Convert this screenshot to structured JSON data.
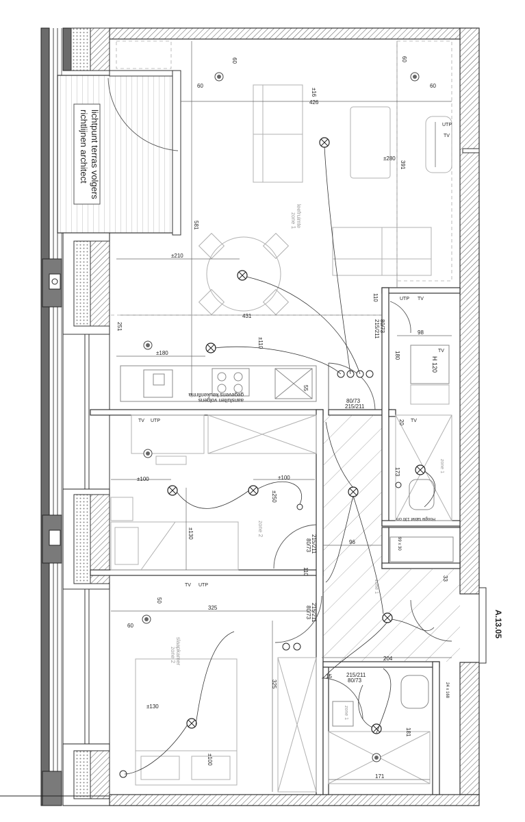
{
  "plan": {
    "unit_code": "A.13.05",
    "terrace_note": [
      "lichtpunt terras volgers",
      "richtlijnen architect"
    ],
    "kitchen_note": [
      "aansluiten volgens",
      "gegevens keukenfirma"
    ],
    "bathroom_note": "Hoogte tablet 130 cm",
    "zones": {
      "living": [
        "leefruimte",
        "zone 1"
      ],
      "bedroom2": "zone 2",
      "bedroom1": [
        "slaapkamer",
        "zone 2"
      ],
      "bath1": "zone 1",
      "hall": "zone 1",
      "bath2": "zone 1"
    },
    "dimensions": {
      "d60a": "60",
      "d60b": "60",
      "d60c": "60",
      "d60d": "60",
      "d426": "426",
      "d416": "±16",
      "d391": "391",
      "d280": "±280",
      "d581": "581",
      "d210": "±210",
      "d110a": "110",
      "d431": "431",
      "d251": "251",
      "d180a": "±180",
      "d110b": "±110",
      "d55": "55",
      "d98": "98",
      "d180b": "180",
      "d8073a": "80/73",
      "d21521a": "215/211",
      "d8073b": "80/73",
      "d21521b": "215/211",
      "d20": "20",
      "d173": "173",
      "d100a": "±100",
      "d100b": "±100",
      "d250": "±250",
      "d130a": "±130",
      "d9930": "99 x 30",
      "d96": "96",
      "d8073c": "80/73",
      "d21521c": "215/211",
      "d110c": "110",
      "d33": "33",
      "d50": "50",
      "d325a": "325",
      "d60e": "60",
      "d8073d": "80/73",
      "d21521d": "215/211",
      "d204": "204",
      "d325b": "325",
      "d8073e": "80/73",
      "d21521e": "215/211",
      "d15": "15",
      "d24168": "24 x 168",
      "d130b": "±130",
      "d181": "181",
      "d100c": "±100",
      "d171": "171",
      "d120": "H 120"
    },
    "sockets": [
      "UTP",
      "TV",
      "TV",
      "UTP",
      "TV",
      "UTP",
      "TV",
      "UTP",
      "TV",
      "TV"
    ]
  }
}
